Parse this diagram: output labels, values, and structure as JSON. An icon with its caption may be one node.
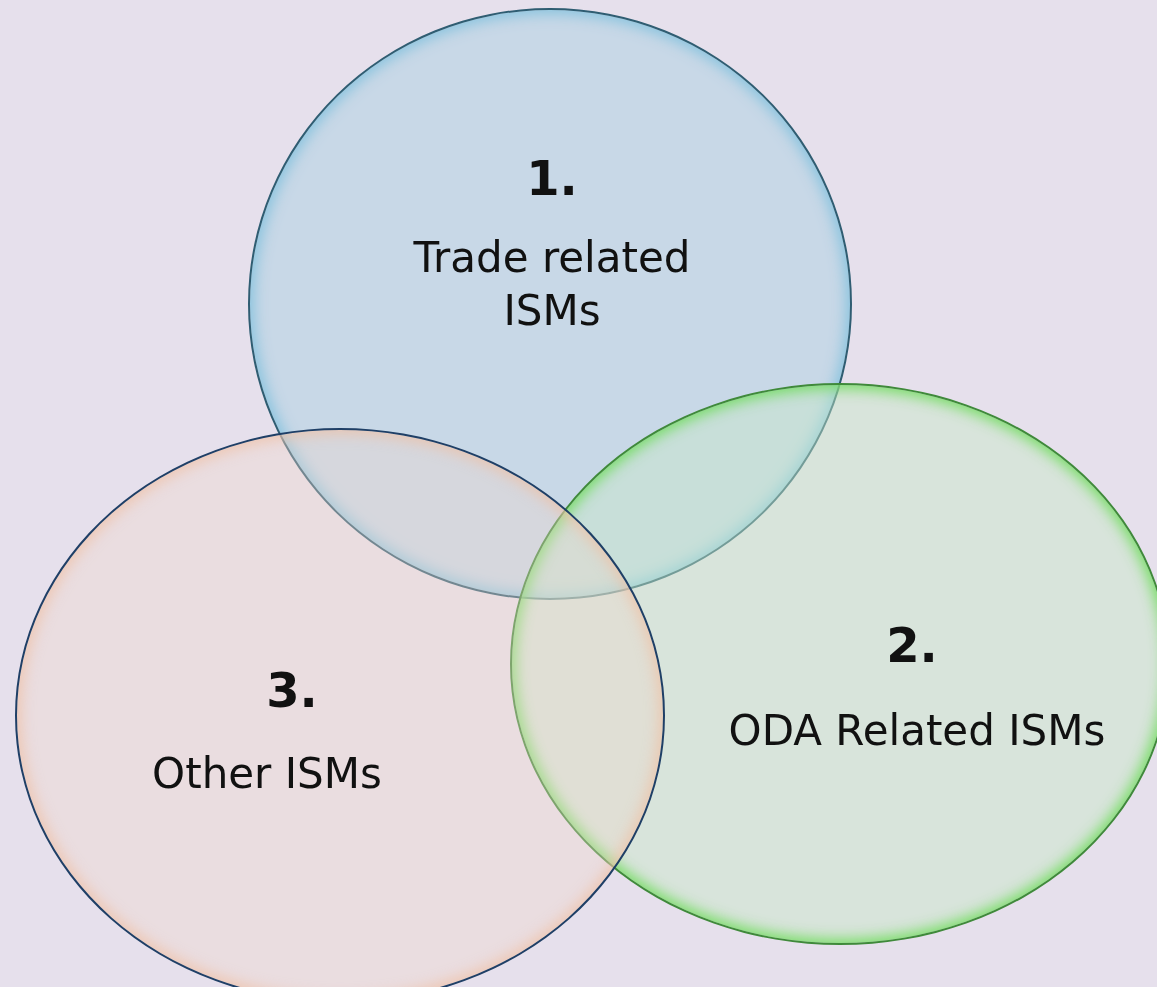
{
  "diagram": {
    "nodes": [
      {
        "text": [
          "1.",
          "Trade related ISMs"
        ]
      },
      {
        "text": [
          "2.",
          "ODA Related ISMs"
        ]
      },
      {
        "text": [
          "3.",
          "Other ISMs"
        ]
      }
    ]
  }
}
